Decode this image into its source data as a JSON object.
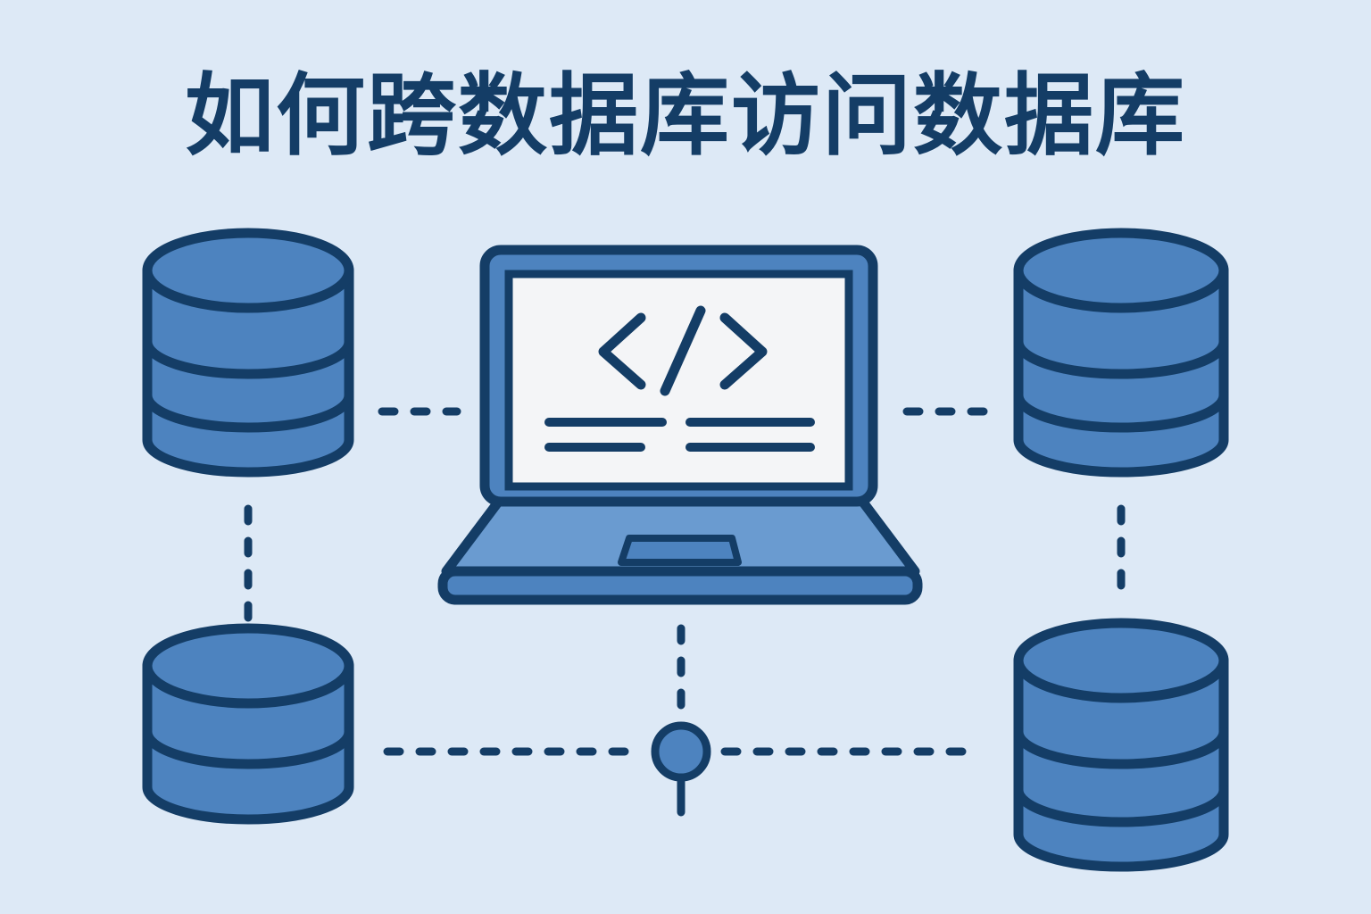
{
  "title": "如何跨数据库访问数据库",
  "colors": {
    "background": "#dde9f6",
    "outline": "#143d66",
    "fill": "#4d83bf",
    "fill_light": "#6a9bd0",
    "screen": "#f4f5f7"
  },
  "nodes": [
    {
      "name": "database-top-left",
      "kind": "database",
      "icon": "database-icon",
      "layers": 3
    },
    {
      "name": "database-top-right",
      "kind": "database",
      "icon": "database-icon",
      "layers": 3
    },
    {
      "name": "database-bottom-left",
      "kind": "database",
      "icon": "database-icon",
      "layers": 2
    },
    {
      "name": "database-bottom-right",
      "kind": "database",
      "icon": "database-icon",
      "layers": 3
    },
    {
      "name": "laptop",
      "kind": "computer",
      "icon": "laptop-code-icon",
      "screen_symbol": "</>"
    },
    {
      "name": "junction-node",
      "kind": "connector",
      "icon": "circle-node-icon"
    }
  ],
  "connections": [
    {
      "from": "database-top-left",
      "to": "laptop",
      "style": "dashed"
    },
    {
      "from": "laptop",
      "to": "database-top-right",
      "style": "dashed"
    },
    {
      "from": "database-top-left",
      "to": "database-bottom-left",
      "style": "dashed"
    },
    {
      "from": "database-top-right",
      "to": "database-bottom-right",
      "style": "dashed"
    },
    {
      "from": "laptop",
      "to": "junction-node",
      "style": "dashed"
    },
    {
      "from": "database-bottom-left",
      "to": "junction-node",
      "style": "dashed"
    },
    {
      "from": "junction-node",
      "to": "database-bottom-right",
      "style": "dashed"
    }
  ]
}
